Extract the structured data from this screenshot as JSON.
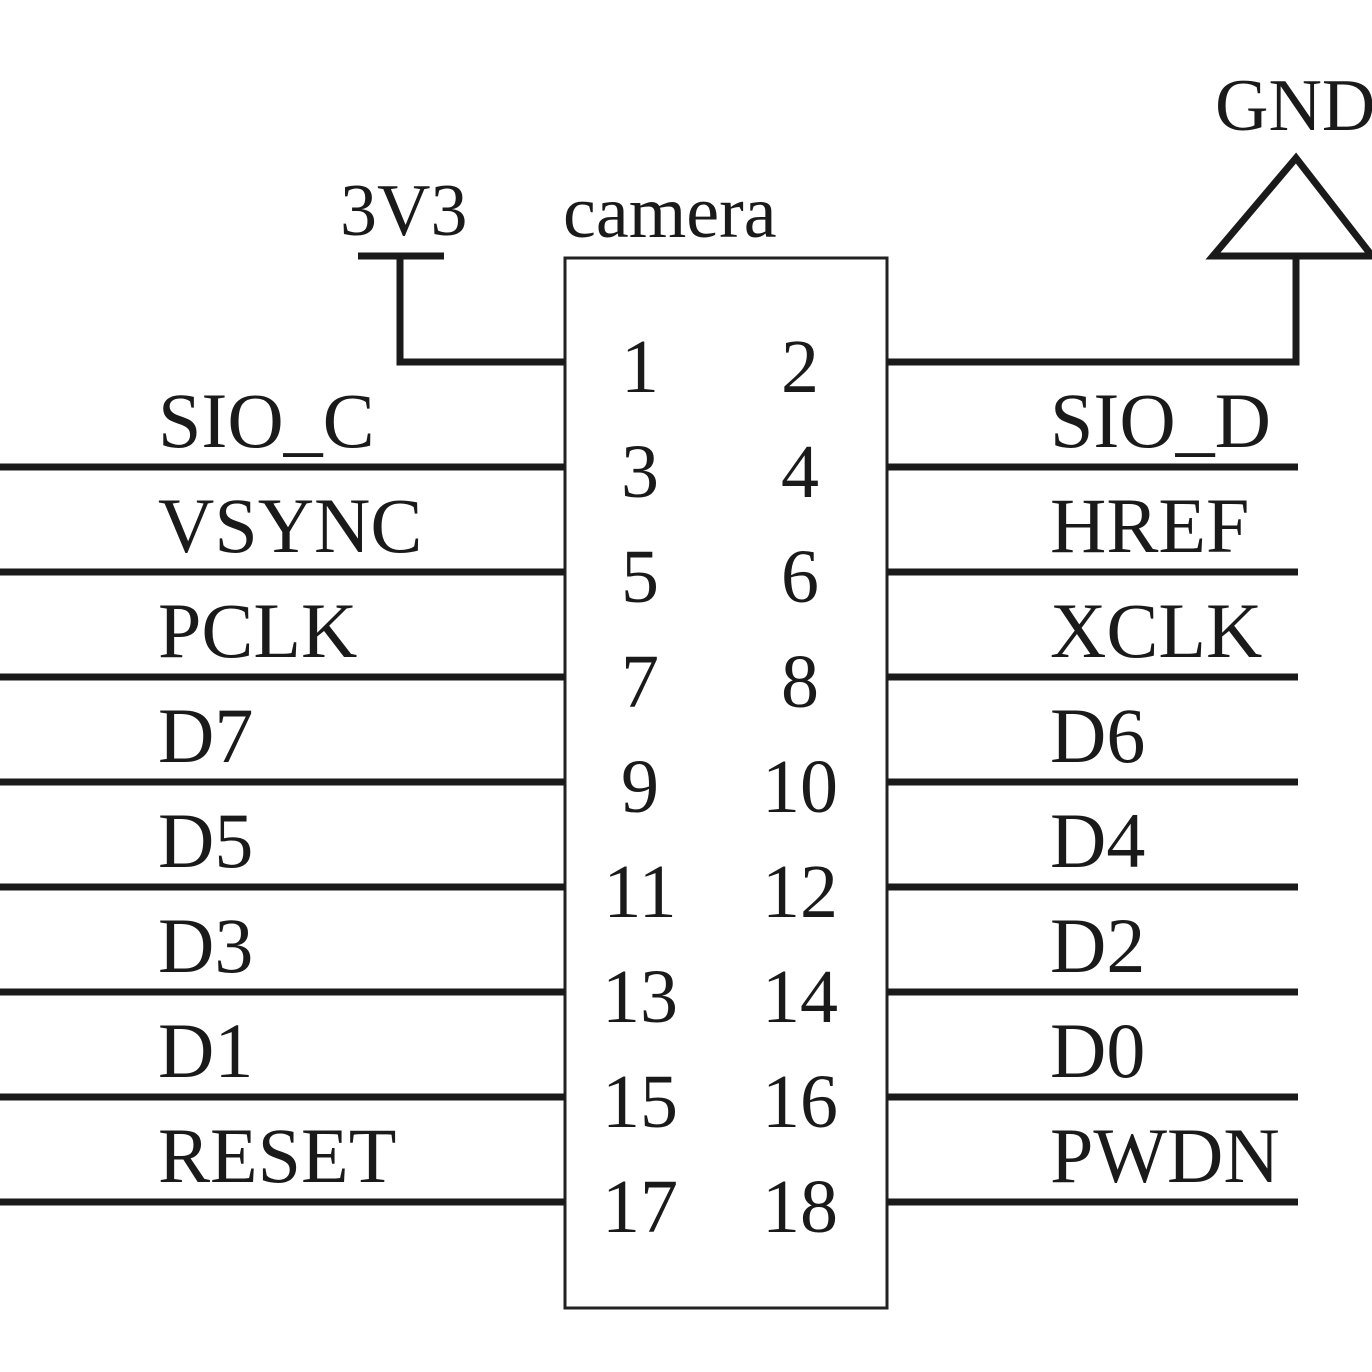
{
  "component": {
    "name": "camera",
    "pins": [
      {
        "number": "1",
        "side": "left"
      },
      {
        "number": "2",
        "side": "right"
      },
      {
        "number": "3",
        "side": "left"
      },
      {
        "number": "4",
        "side": "right"
      },
      {
        "number": "5",
        "side": "left"
      },
      {
        "number": "6",
        "side": "right"
      },
      {
        "number": "7",
        "side": "left"
      },
      {
        "number": "8",
        "side": "right"
      },
      {
        "number": "9",
        "side": "left"
      },
      {
        "number": "10",
        "side": "right"
      },
      {
        "number": "11",
        "side": "left"
      },
      {
        "number": "12",
        "side": "right"
      },
      {
        "number": "13",
        "side": "left"
      },
      {
        "number": "14",
        "side": "right"
      },
      {
        "number": "15",
        "side": "left"
      },
      {
        "number": "16",
        "side": "right"
      },
      {
        "number": "17",
        "side": "left"
      },
      {
        "number": "18",
        "side": "right"
      }
    ]
  },
  "power": {
    "supply_label": "3V3",
    "ground_label": "GND"
  },
  "signals": {
    "left": [
      "SIO_C",
      "VSYNC",
      "PCLK",
      "D7",
      "D5",
      "D3",
      "D1",
      "RESET"
    ],
    "right": [
      "SIO_D",
      "HREF",
      "XCLK",
      "D6",
      "D4",
      "D2",
      "D0",
      "PWDN"
    ]
  },
  "colors": {
    "line": "#1a1a1a",
    "background": "#ffffff"
  }
}
